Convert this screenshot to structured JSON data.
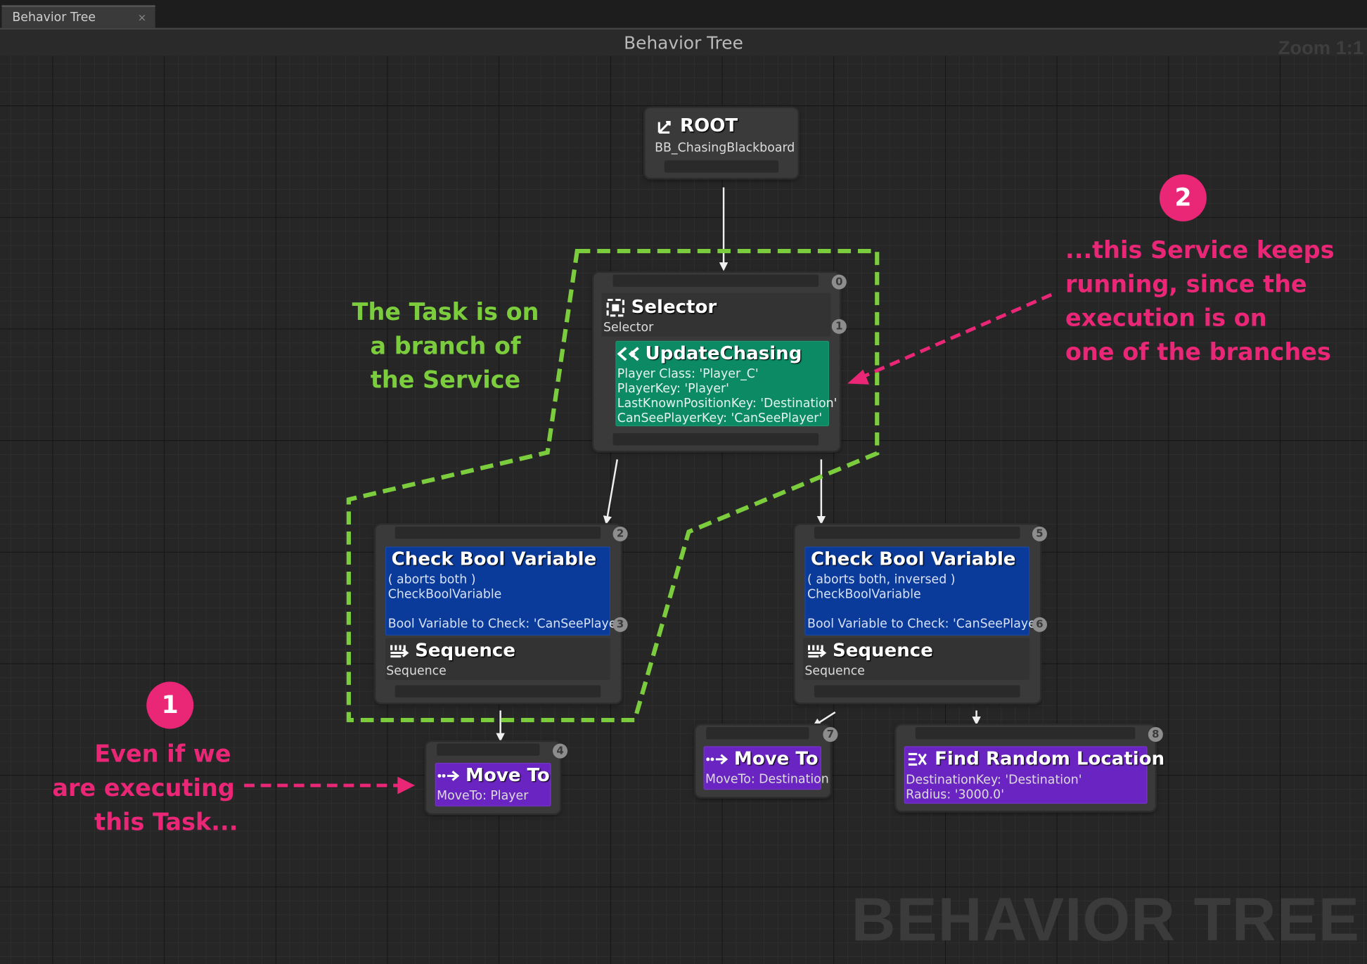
{
  "tab": {
    "label": "Behavior Tree",
    "close": "×"
  },
  "header": {
    "title": "Behavior Tree",
    "zoom": "Zoom 1:1"
  },
  "watermark": "BEHAVIOR TREE",
  "nodes": {
    "root": {
      "title": "ROOT",
      "sub": "BB_ChasingBlackboard",
      "icon": "root-icon"
    },
    "selector": {
      "title": "Selector",
      "sub": "Selector",
      "index_top": "0",
      "index_service": "1",
      "icon": "selector-icon"
    },
    "service": {
      "title": "UpdateChasing",
      "lines": [
        "Player Class: 'Player_C'",
        "PlayerKey: 'Player'",
        "LastKnownPositionKey: 'Destination'",
        "CanSeePlayerKey: 'CanSeePlayer'"
      ],
      "color": "#0b8a63",
      "icon": "service-icon"
    },
    "deco_left": {
      "title": "Check Bool Variable",
      "l1": "( aborts both )",
      "l2": "CheckBoolVariable",
      "l3": "Bool Variable to Check: 'CanSeePlayer'",
      "index_top": "2",
      "index_seq": "3",
      "color": "#0a3a9a"
    },
    "seq_left": {
      "title": "Sequence",
      "sub": "Sequence",
      "icon": "sequence-icon"
    },
    "deco_right": {
      "title": "Check Bool Variable",
      "l1": "( aborts both, inversed )",
      "l2": "CheckBoolVariable",
      "l3": "Bool Variable to Check: 'CanSeePlayer'",
      "index_top": "5",
      "index_seq": "6",
      "color": "#0a3a9a"
    },
    "seq_right": {
      "title": "Sequence",
      "sub": "Sequence",
      "icon": "sequence-icon"
    },
    "moveto_player": {
      "title": "Move To",
      "sub": "MoveTo: Player",
      "index": "4",
      "color": "#6a24c2",
      "icon": "moveto-icon"
    },
    "moveto_dest": {
      "title": "Move To",
      "sub": "MoveTo: Destination",
      "index": "7",
      "color": "#6a24c2",
      "icon": "moveto-icon"
    },
    "find_random": {
      "title": "Find Random Location",
      "l1": "DestinationKey: 'Destination'",
      "l2": "Radius: '3000.0'",
      "index": "8",
      "color": "#6a24c2",
      "icon": "find-location-icon"
    }
  },
  "annotations": {
    "green_lines": [
      "The Task is on",
      "a branch of",
      "the Service"
    ],
    "one": {
      "number": "1",
      "lines": [
        "Even if we",
        "are executing",
        "this Task..."
      ]
    },
    "two": {
      "number": "2",
      "lines": [
        "...this Service keeps",
        "running, since the",
        "execution is on",
        "one of the branches"
      ]
    },
    "colors": {
      "green": "#7ccd3e",
      "pink": "#ea2677"
    }
  }
}
